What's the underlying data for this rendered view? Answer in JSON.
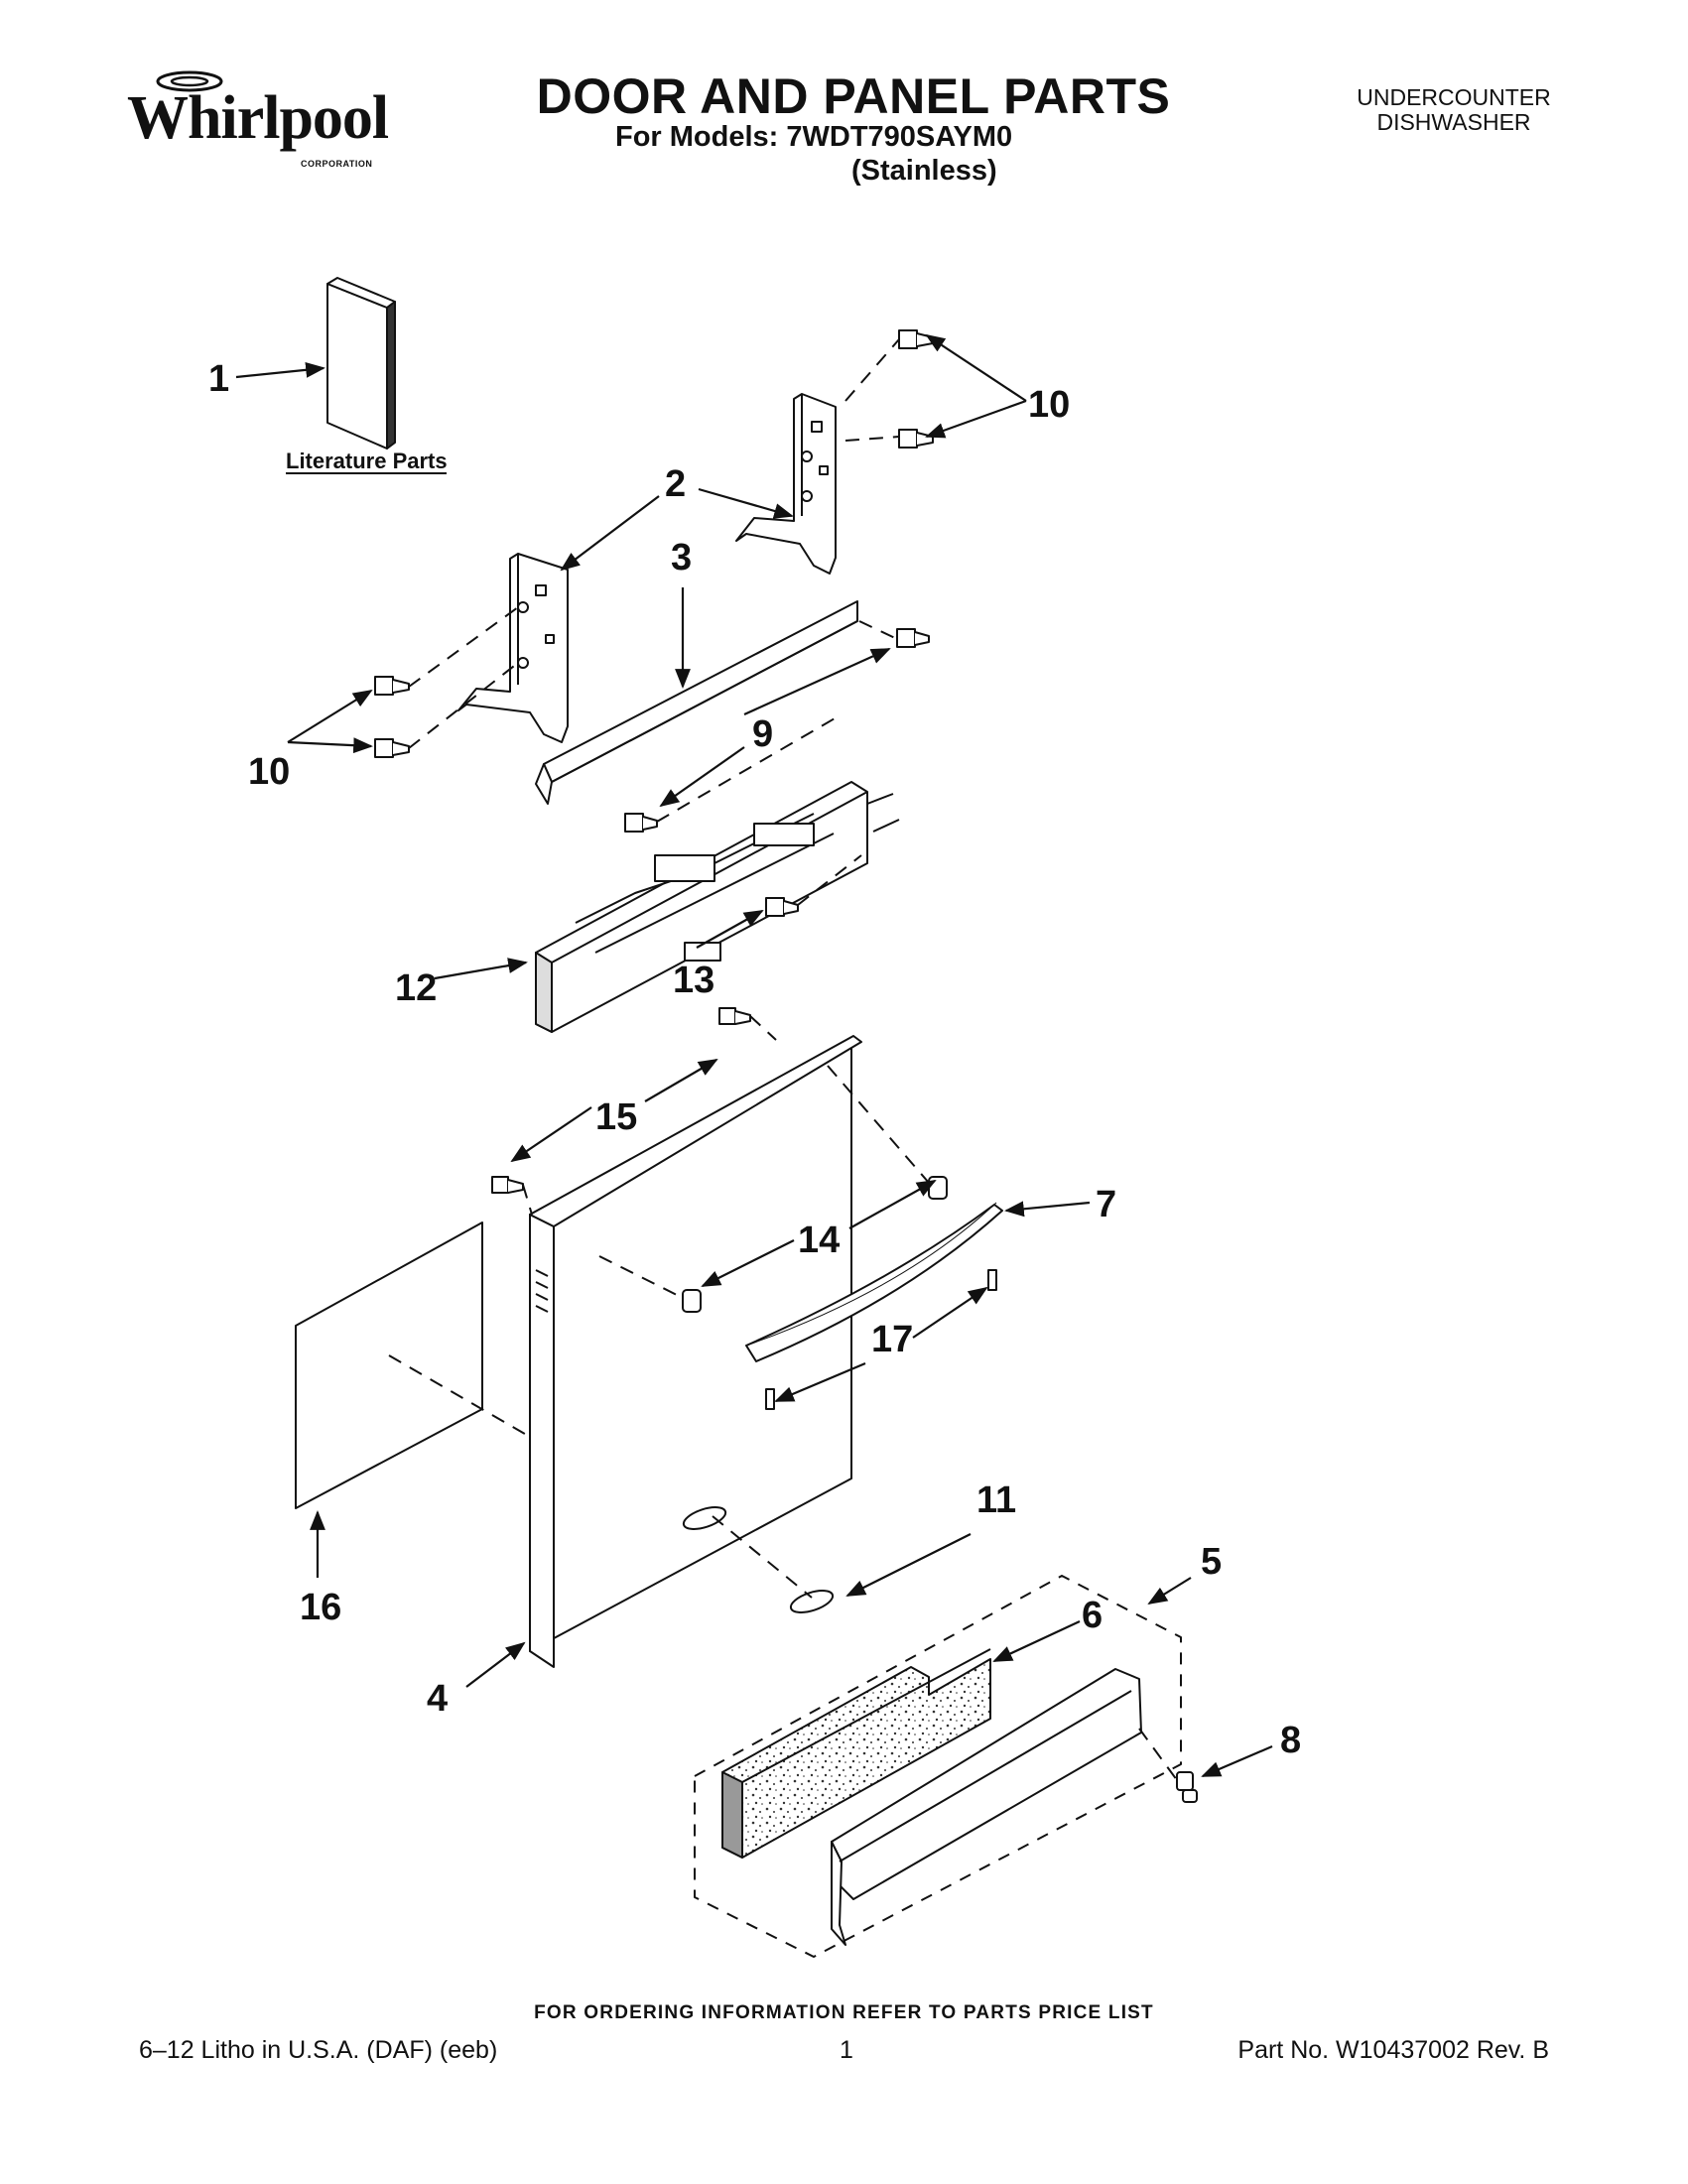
{
  "brand": {
    "name": "Whirlpool",
    "sub": "CORPORATION"
  },
  "header": {
    "title": "DOOR AND PANEL PARTS",
    "model_line": "For Models: 7WDT790SAYM0",
    "variant": "(Stainless)",
    "appliance_line1": "UNDERCOUNTER",
    "appliance_line2": "DISHWASHER"
  },
  "diagram": {
    "literature_label": "Literature Parts",
    "callouts": {
      "c1": "1",
      "c2": "2",
      "c3": "3",
      "c4": "4",
      "c5": "5",
      "c6": "6",
      "c7": "7",
      "c8": "8",
      "c9": "9",
      "c10a": "10",
      "c10b": "10",
      "c11": "11",
      "c12": "12",
      "c13": "13",
      "c14": "14",
      "c15": "15",
      "c16": "16",
      "c17": "17"
    }
  },
  "footer": {
    "ordering": "FOR ORDERING INFORMATION REFER TO PARTS PRICE LIST",
    "left": "6–12  Litho in U.S.A. (DAF) (eeb)",
    "page": "1",
    "right": "Part No. W10437002 Rev. B"
  }
}
